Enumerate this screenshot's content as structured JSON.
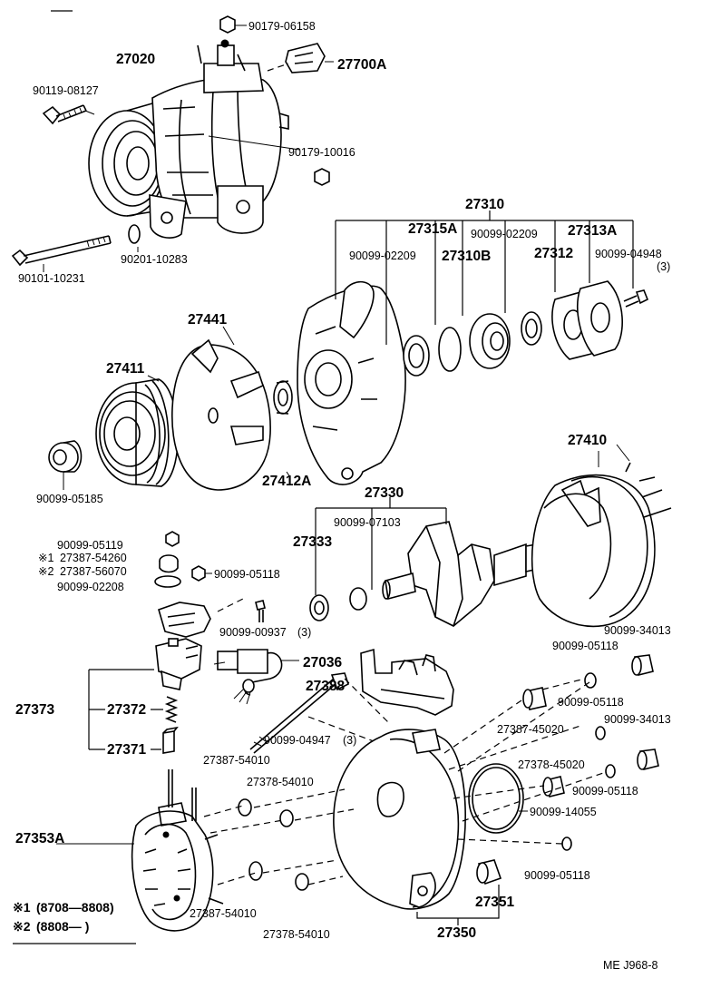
{
  "diagram": {
    "parts": {
      "p90179_06158": "90179-06158",
      "p27020": "27020",
      "p27700A": "27700A",
      "p90119_08127": "90119-08127",
      "p90179_10016": "90179-10016",
      "p90201_10283": "90201-10283",
      "p90101_10231": "90101-10231",
      "p27310": "27310",
      "p27315A": "27315A",
      "p90099_02209a": "90099-02209",
      "p90099_02209b": "90099-02209",
      "p27313A": "27313A",
      "p27310B": "27310B",
      "p27312": "27312",
      "p90099_04948": "90099-04948",
      "p90099_04948_qty": "(3)",
      "p27441": "27441",
      "p27411": "27411",
      "p27412A": "27412A",
      "p90099_05185": "90099-05185",
      "p27410": "27410",
      "p27330": "27330",
      "p90099_07103": "90099-07103",
      "p27333": "27333",
      "p90099_05119": "90099-05119",
      "p27387_54260": "27387-54260",
      "p27387_56070": "27387-56070",
      "p90099_05118a": "90099-05118",
      "p90099_02208": "90099-02208",
      "p90099_00937": "90099-00937",
      "p90099_00937_qty": "(3)",
      "p90099_34013a": "90099-34013",
      "p90099_05118b": "90099-05118",
      "p27036": "27036",
      "p27388": "27388",
      "p27373": "27373",
      "p27372": "27372",
      "p90099_05118c": "90099-05118",
      "p90099_34013b": "90099-34013",
      "p27387_45020": "27387-45020",
      "p90099_04947": "90099-04947",
      "p90099_04947_qty": "(3)",
      "p27371": "27371",
      "p27387_54010a": "27387-54010",
      "p27378_45020": "27378-45020",
      "p90099_05118d": "90099-05118",
      "p27378_54010a": "27378-54010",
      "p90099_14055": "90099-14055",
      "p27353A": "27353A",
      "p90099_05118e": "90099-05118",
      "p27351": "27351",
      "p27387_54010b": "27387-54010",
      "p27378_54010b": "27378-54010",
      "p27350": "27350"
    },
    "notes": {
      "mark1": "※1",
      "mark2": "※2",
      "note1": "(8708—8808)",
      "note2": "(8808—      )",
      "ref1_code": "27387-54260",
      "ref2_code": "27387-56070"
    },
    "code": "ME   J968-8"
  }
}
